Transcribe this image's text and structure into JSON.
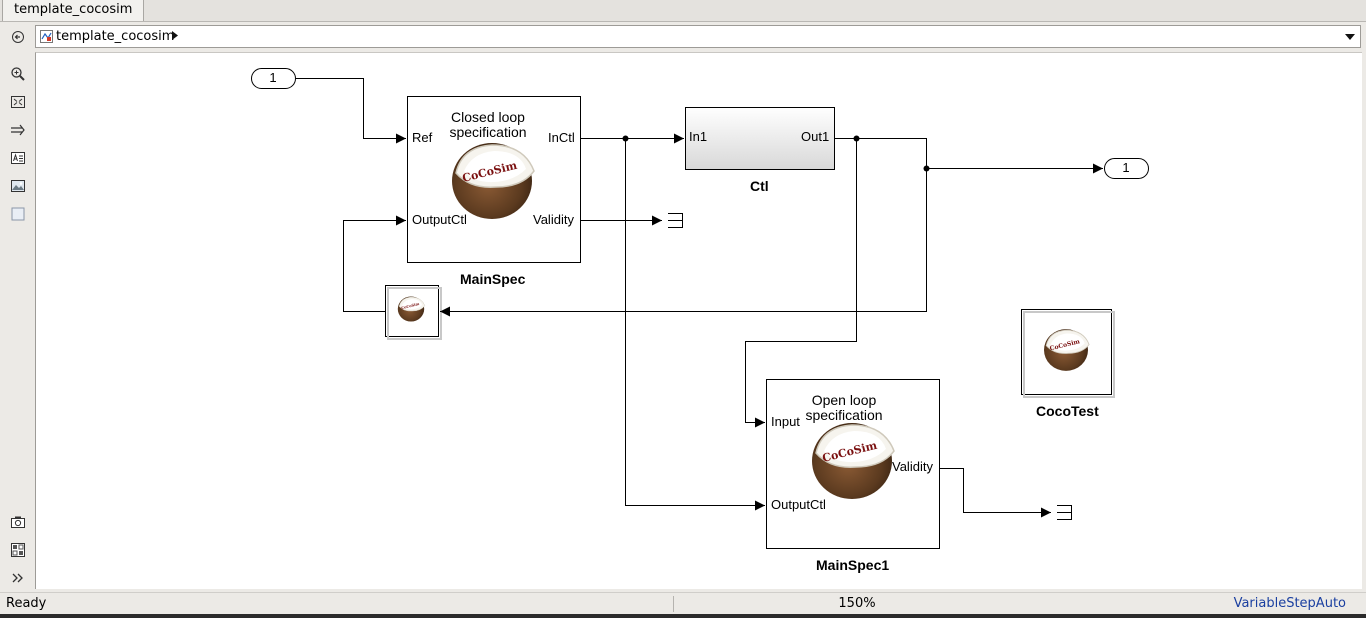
{
  "tab": {
    "label": "template_cocosim"
  },
  "address": {
    "path": "template_cocosim"
  },
  "toolbar": {
    "icons": [
      "hide-browser-icon",
      "zoom-icon",
      "fit-view-icon",
      "arrows-icon",
      "annotation-icon",
      "image-icon",
      "area-icon",
      "camera-icon",
      "model-browser-icon",
      "expand-icon"
    ]
  },
  "diagram": {
    "inport_1": "1",
    "outport_1": "1",
    "main_spec": {
      "title_line1": "Closed loop",
      "title_line2": "specification",
      "port_ref": "Ref",
      "port_outputctl": "OutputCtl",
      "port_inctl": "InCtl",
      "port_validity": "Validity",
      "name": "MainSpec",
      "logo": "CoCoSim"
    },
    "ctl": {
      "port_in": "In1",
      "port_out": "Out1",
      "name": "Ctl"
    },
    "main_spec1": {
      "title_line1": "Open loop",
      "title_line2": "specification",
      "port_input": "Input",
      "port_outputctl": "OutputCtl",
      "port_validity": "Validity",
      "name": "MainSpec1",
      "logo": "CoCoSim"
    },
    "coco_test": {
      "name": "CocoTest",
      "logo": "CoCoSim"
    },
    "delay_block": {
      "logo": "CoCoSim"
    }
  },
  "status": {
    "state": "Ready",
    "zoom": "150%",
    "solver": "VariableStepAuto"
  },
  "colors": {
    "canvas": "#ffffff",
    "chrome": "#eceae6",
    "solver_text": "#1a3fa0",
    "logo_text": "#7a1010"
  }
}
